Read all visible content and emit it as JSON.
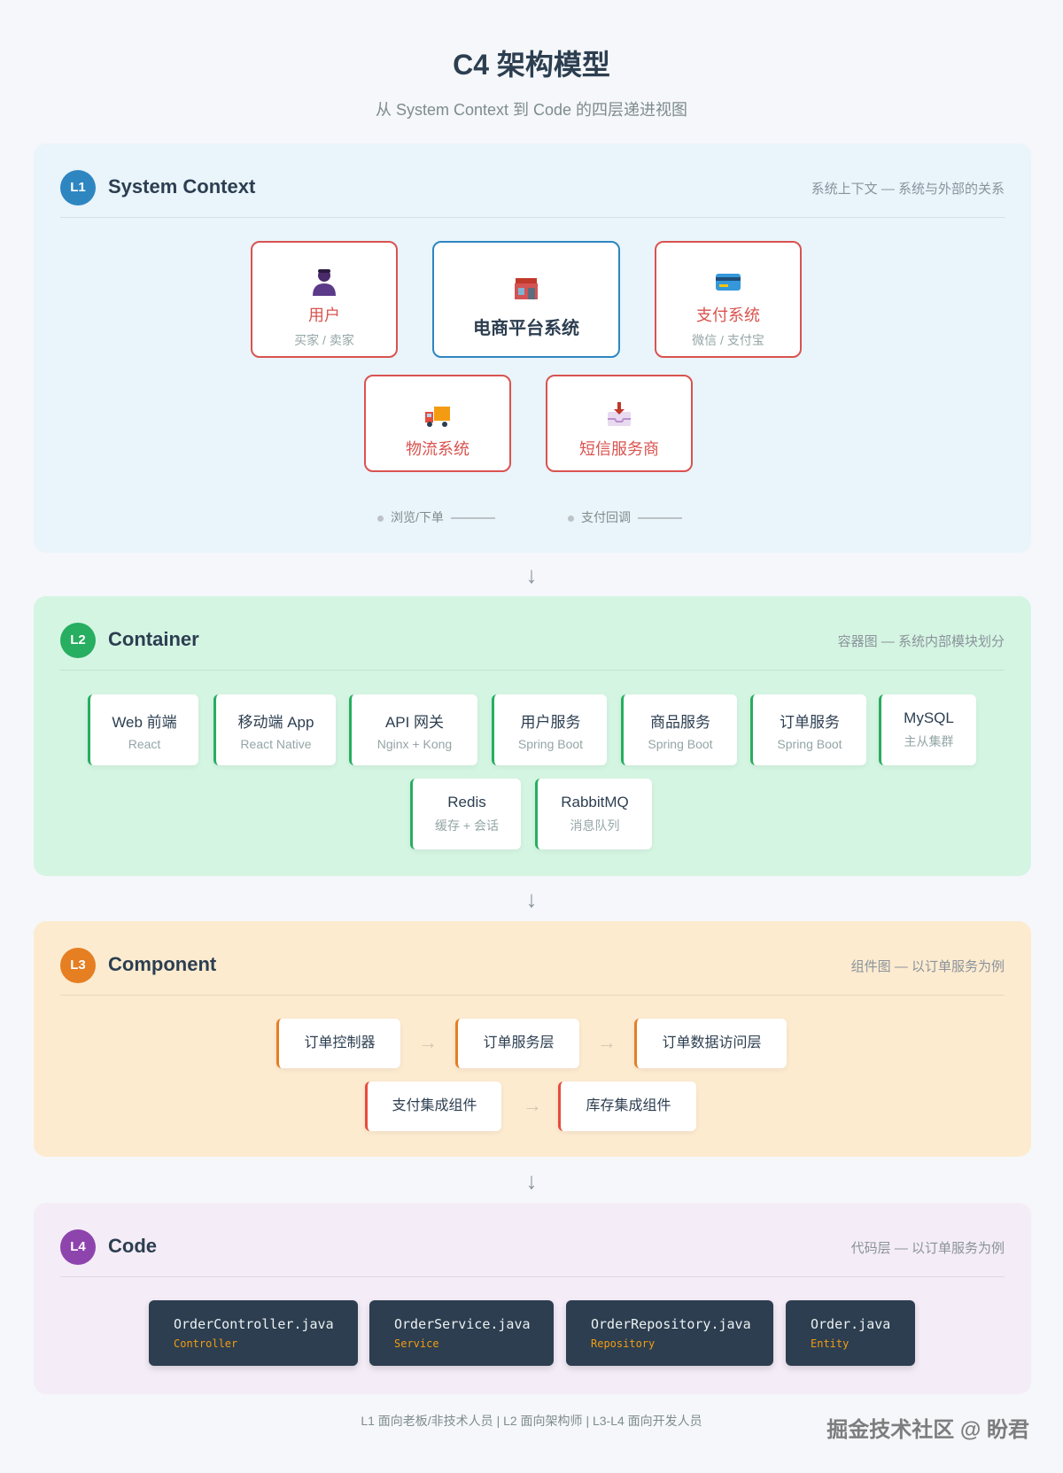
{
  "header": {
    "title": "C4 架构模型",
    "subtitle": "从 System Context 到 Code 的四层递进视图"
  },
  "colors": {
    "l1": "#2e86c1",
    "l2": "#27ae60",
    "l3": "#e67e22",
    "l4": "#8e44ad",
    "external": "#d9534f",
    "code_bg": "#2c3e50"
  },
  "l1": {
    "badge": "L1",
    "title": "System Context",
    "desc": "系统上下文 — 系统与外部的关系",
    "user": {
      "icon": "user-icon",
      "name": "用户",
      "sub": "买家 / 卖家"
    },
    "platform": {
      "icon": "store-icon",
      "name": "电商平台系统"
    },
    "payment": {
      "icon": "credit-card-icon",
      "name": "支付系统",
      "sub": "微信 / 支付宝"
    },
    "logistics": {
      "icon": "truck-icon",
      "name": "物流系统"
    },
    "sms": {
      "icon": "inbox-icon",
      "name": "短信服务商"
    },
    "legend": [
      "浏览/下单",
      "支付回调"
    ]
  },
  "l2": {
    "badge": "L2",
    "title": "Container",
    "desc": "容器图 — 系统内部模块划分",
    "containers": [
      {
        "name": "Web 前端",
        "tech": "React"
      },
      {
        "name": "移动端 App",
        "tech": "React Native"
      },
      {
        "name": "API 网关",
        "tech": "Nginx + Kong"
      },
      {
        "name": "用户服务",
        "tech": "Spring Boot"
      },
      {
        "name": "商品服务",
        "tech": "Spring Boot"
      },
      {
        "name": "订单服务",
        "tech": "Spring Boot"
      },
      {
        "name": "MySQL",
        "tech": "主从集群"
      },
      {
        "name": "Redis",
        "tech": "缓存 + 会话"
      },
      {
        "name": "RabbitMQ",
        "tech": "消息队列"
      }
    ]
  },
  "l3": {
    "badge": "L3",
    "title": "Component",
    "desc": "组件图 — 以订单服务为例",
    "components": [
      "订单控制器",
      "订单服务层",
      "订单数据访问层",
      "支付集成组件",
      "库存集成组件"
    ],
    "arrow": "→"
  },
  "l4": {
    "badge": "L4",
    "title": "Code",
    "desc": "代码层 — 以订单服务为例",
    "classes": [
      {
        "file": "OrderController.java",
        "role": "Controller"
      },
      {
        "file": "OrderService.java",
        "role": "Service"
      },
      {
        "file": "OrderRepository.java",
        "role": "Repository"
      },
      {
        "file": "Order.java",
        "role": "Entity"
      }
    ]
  },
  "down_arrow": "↓",
  "footer": "L1 面向老板/非技术人员 | L2 面向架构师 | L3-L4 面向开发人员",
  "watermark": "掘金技术社区 @ 盼君"
}
